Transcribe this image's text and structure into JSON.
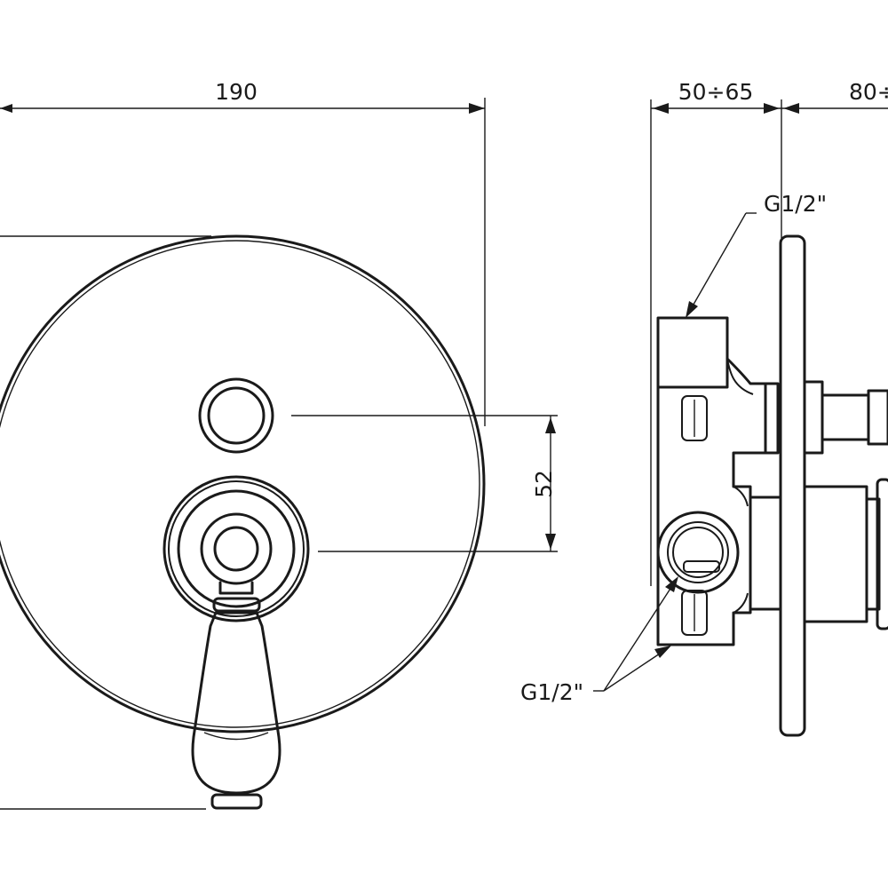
{
  "dimensions": {
    "plate_width": "190",
    "valve_spacing": "52",
    "wall_depth": "50÷65",
    "projection": "80÷"
  },
  "callouts": {
    "top_connection": "G1/2\"",
    "bottom_connections": "G1/2\""
  }
}
